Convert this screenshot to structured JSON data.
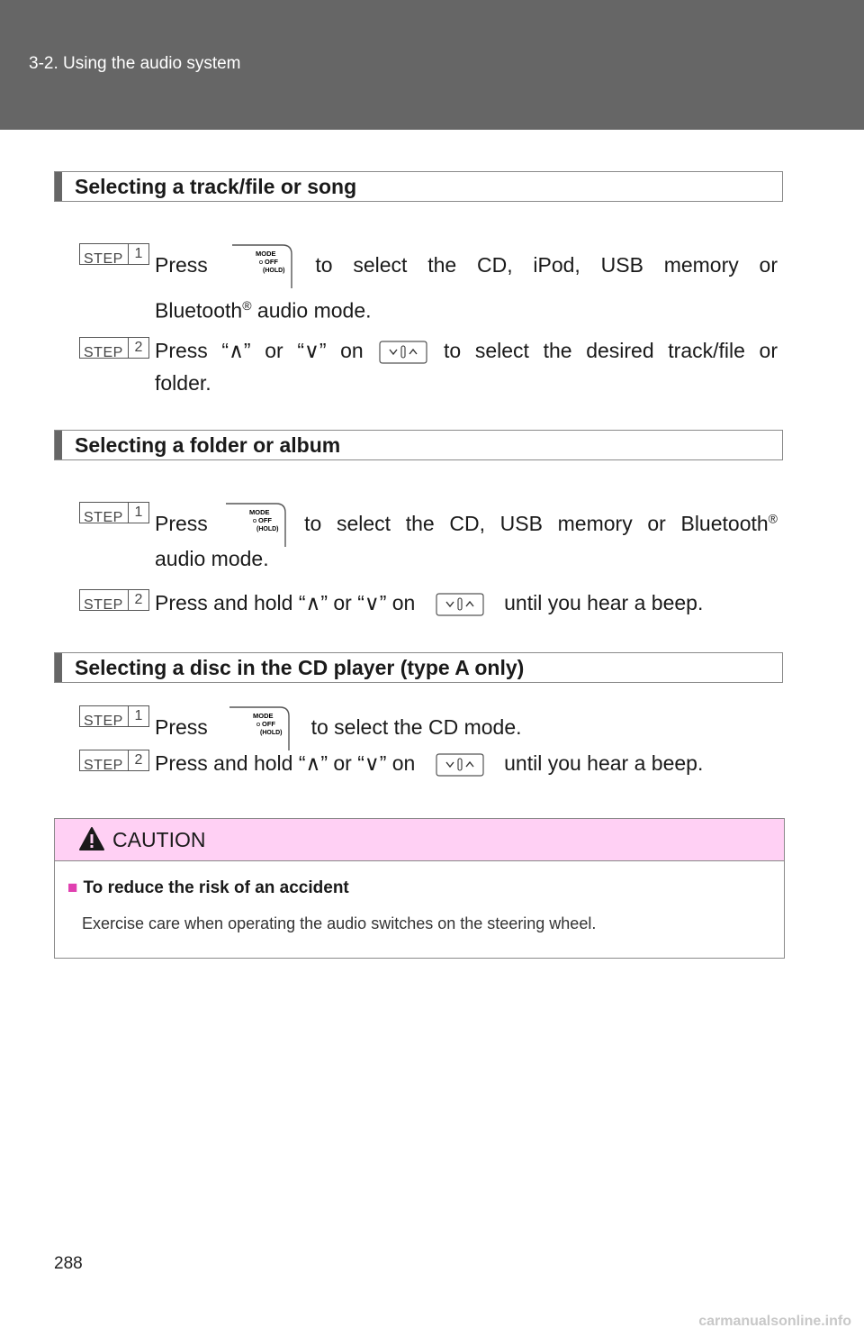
{
  "header": {
    "breadcrumb": "3-2. Using the audio system"
  },
  "sections": [
    {
      "title": "Selecting a track/file or song",
      "steps": [
        {
          "label": "STEP",
          "num": "1",
          "pre": "Press",
          "post": "to select the CD, iPod, USB memory or",
          "cont": "Bluetooth",
          "cont_sup": "®",
          "cont_after": " audio mode."
        },
        {
          "label": "STEP",
          "num": "2",
          "pre": "Press “∧” or “∨” on",
          "post": "to select the desired track/file or",
          "cont": "folder."
        }
      ]
    },
    {
      "title": "Selecting a folder or album",
      "steps": [
        {
          "label": "STEP",
          "num": "1",
          "pre": "Press",
          "post": "to select the CD, USB memory or Bluetooth",
          "post_sup": "®",
          "cont": "audio mode."
        },
        {
          "label": "STEP",
          "num": "2",
          "pre": "Press and hold “∧” or “∨” on",
          "post": "until you hear a beep."
        }
      ]
    },
    {
      "title": "Selecting a disc in the CD player (type A only)",
      "steps": [
        {
          "label": "STEP",
          "num": "1",
          "pre": "Press",
          "post": "to select the CD mode."
        },
        {
          "label": "STEP",
          "num": "2",
          "pre": "Press and hold “∧” or “∨” on",
          "post": "until you hear a beep."
        }
      ]
    }
  ],
  "mode_button": {
    "line1": "MODE",
    "line2": "OFF",
    "line3": "(HOLD)",
    "icon": "mode-button-icon"
  },
  "seek_switch": {
    "icon": "seek-switch-icon"
  },
  "caution": {
    "label": "CAUTION",
    "subheading": "To reduce the risk of an accident",
    "text": "Exercise care when operating the audio switches on the steering wheel.",
    "marker": "■",
    "icon": "warning-triangle-icon",
    "header_color": "#ffd0f4",
    "accent_color": "#e040b0"
  },
  "page_number": "288",
  "footer": {
    "site": "carmanualsonline.info"
  }
}
